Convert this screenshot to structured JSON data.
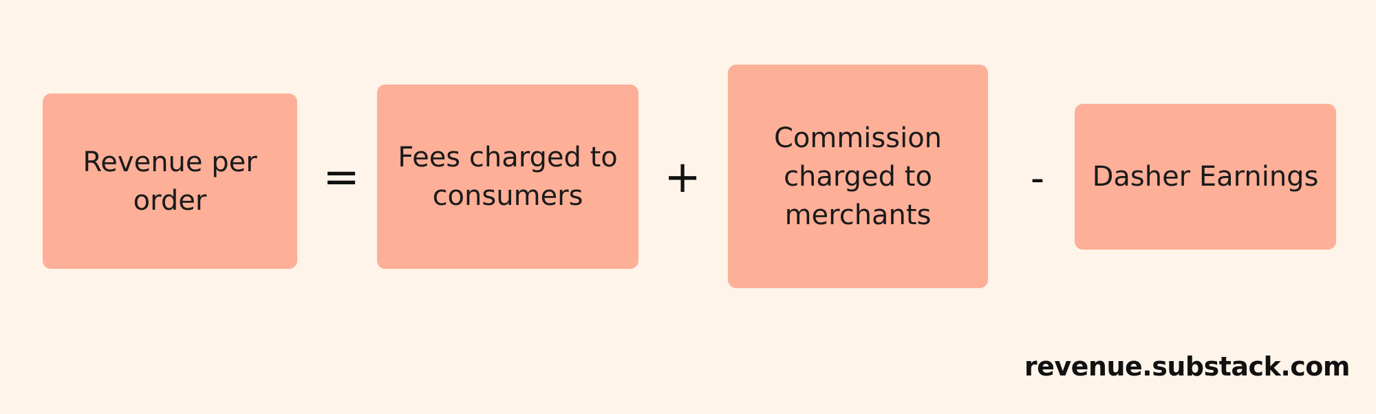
{
  "diagram": {
    "boxes": {
      "revenue_per_order": "Revenue per order",
      "fees_to_consumers": "Fees charged to consumers",
      "commission_to_merchants": "Commission charged to merchants",
      "dasher_earnings": "Dasher Earnings"
    },
    "operators": {
      "equals": "=",
      "plus": "+",
      "minus": "-"
    }
  },
  "footer": {
    "brand": "revenue.substack.com"
  },
  "colors": {
    "background": "#FEF4EA",
    "box_fill": "#FDAF98",
    "text": "#1a1a1a"
  }
}
